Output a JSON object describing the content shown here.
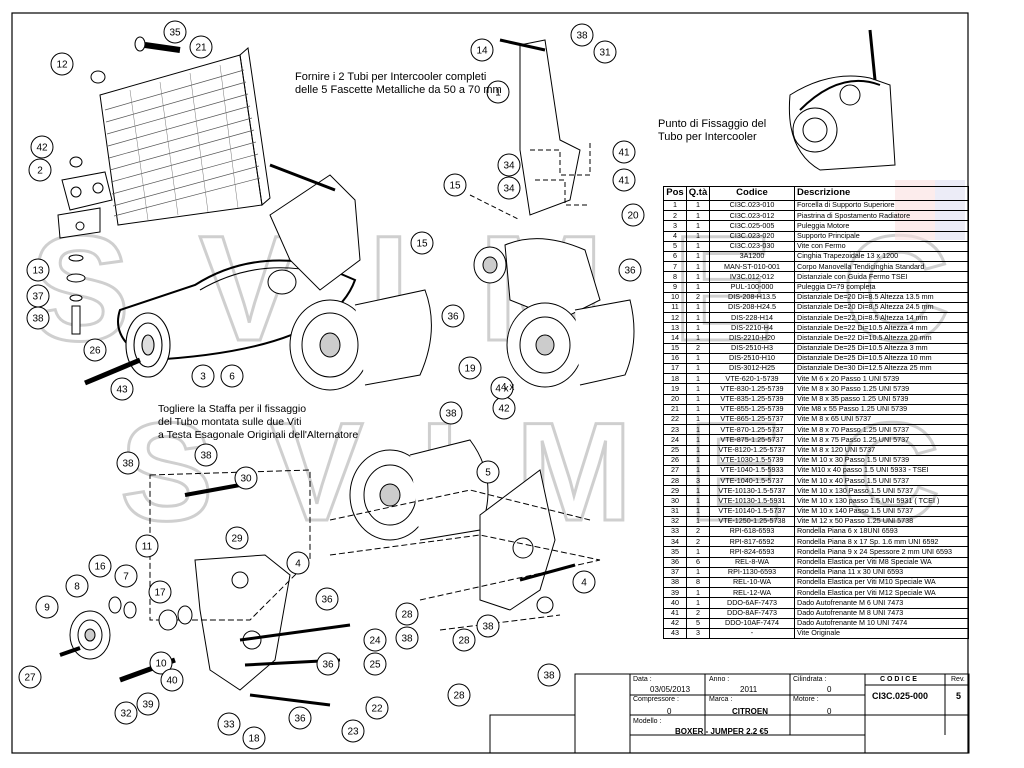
{
  "notes": {
    "intercooler_tubes": "Fornire i 2 Tubi per Intercooler completi\ndelle 5 Fascette Metalliche da 50 a 70 mm",
    "fixing_point": "Punto di Fissaggio del\nTubo per Intercooler",
    "bracket_removal": "Togliere la Staffa per il fissaggio\ndel Tubo montata sulle due Viti\na Testa Esagonale Originali dell'Alternatore",
    "qty_4x": "4 x"
  },
  "bom": {
    "headers": [
      "Pos",
      "Q.tà",
      "Codice",
      "Descrizione"
    ],
    "rows": [
      [
        "1",
        "1",
        "CI3C.023-010",
        "Forcella di Supporto Superiore"
      ],
      [
        "2",
        "1",
        "CI3C.023-012",
        "Piastrina di Spostamento Radiatore"
      ],
      [
        "3",
        "1",
        "CI3C.025-005",
        "Puleggia Motore"
      ],
      [
        "4",
        "1",
        "CI3C.023-020",
        "Supporto Principale"
      ],
      [
        "5",
        "1",
        "CI3C.023-030",
        "Vite con Fermo"
      ],
      [
        "6",
        "1",
        "3A1200",
        "Cinghia Trapezoidale 13 x 1200"
      ],
      [
        "7",
        "1",
        "MAN-ST-010-001",
        "Corpo Manovella Tendicinghia Standard"
      ],
      [
        "8",
        "1",
        "IV3C.012-012",
        "Distanziale con Guida Fermo TSEI"
      ],
      [
        "9",
        "1",
        "PUL-100-000",
        "Puleggia D=79 completa"
      ],
      [
        "10",
        "2",
        "DIS-208-H13.5",
        "Distanziale De=20 Di=8.5 Altezza 13.5 mm"
      ],
      [
        "11",
        "1",
        "DIS-208-H24.5",
        "Distanziale De=20 Di=8.5 Altezza 24.5 mm"
      ],
      [
        "12",
        "1",
        "DIS-228-H14",
        "Distanziale De=22 Di=8.5 Altezza 14 mm"
      ],
      [
        "13",
        "1",
        "DIS-2210-H4",
        "Distanziale De=22 Di=10.5 Altezza 4 mm"
      ],
      [
        "14",
        "1",
        "DIS-2210-H20",
        "Distanziale De=22 Di=10.5 Altezza 20 mm"
      ],
      [
        "15",
        "2",
        "DIS-2510-H3",
        "Distanziale De=25 Di=10.5 Altezza 3 mm"
      ],
      [
        "16",
        "1",
        "DIS-2510-H10",
        "Distanziale De=25 Di=10.5 Altezza 10 mm"
      ],
      [
        "17",
        "1",
        "DIS-3012-H25",
        "Distanziale De=30 Di=12.5 Altezza 25 mm"
      ],
      [
        "18",
        "1",
        "VTE-620-1-5739",
        "Vite M 6 x 20 Passo 1 UNI 5739"
      ],
      [
        "19",
        "1",
        "VTE-830-1.25-5739",
        "Vite M 8 x 30 Passo 1.25 UNI 5739"
      ],
      [
        "20",
        "1",
        "VTE-835-1.25-5739",
        "Vite M 8 x 35 passo 1.25 UNI 5739"
      ],
      [
        "21",
        "1",
        "VTE-855-1.25-5739",
        "Vite M8 x 55 Passo 1.25 UNI 5739"
      ],
      [
        "22",
        "1",
        "VTE-865-1.25-5737",
        "Vite M 8 x 65 UNI 5737"
      ],
      [
        "23",
        "1",
        "VTE-870-1.25-5737",
        "Vite M 8 x 70 Passo 1.25 UNI 5737"
      ],
      [
        "24",
        "1",
        "VTE-875-1.25-5737",
        "Vite M 8 x 75 Passo 1.25 UNI 5737"
      ],
      [
        "25",
        "1",
        "VTE-8120-1.25-5737",
        "Vite M 8 x 120 UNI 5737"
      ],
      [
        "26",
        "1",
        "VTE-1030-1.5-5739",
        "Vite M 10 x 30 Passo 1.5 UNI 5739"
      ],
      [
        "27",
        "1",
        "VTE-1040-1.5-5933",
        "Vite M10 x 40 passo 1.5 UNI 5933 - TSEI"
      ],
      [
        "28",
        "3",
        "VTE-1040-1.5-5737",
        "Vite M 10 x 40 Passo 1.5 UNI 5737"
      ],
      [
        "29",
        "1",
        "VTE-10130-1.5-5737",
        "Vite M 10 x 130 Passo 1.5 UNI 5737"
      ],
      [
        "30",
        "1",
        "VTE-10130-1.5-5931",
        "Vite M 10 x 130 passo 1.5 UNI 5931 ( TCEI )"
      ],
      [
        "31",
        "1",
        "VTE-10140-1.5-5737",
        "Vite M 10 x 140 Passo 1.5 UNI 5737"
      ],
      [
        "32",
        "1",
        "VTE-1250-1.25-5738",
        "Vite M 12 x 50 Passo 1.25 UNI 5738"
      ],
      [
        "33",
        "2",
        "RPI-618-6593",
        "Rondella Piana 6 x 18UNI 6593"
      ],
      [
        "34",
        "2",
        "RPI-817-6592",
        "Rondella Piana 8 x 17 Sp. 1.6 mm UNI 6592"
      ],
      [
        "35",
        "1",
        "RPI-824-6593",
        "Rondella Piana 9 x 24 Spessore 2 mm UNI 6593"
      ],
      [
        "36",
        "6",
        "REL-8-WA",
        "Rondella Elastica per Viti M8 Speciale WA"
      ],
      [
        "37",
        "1",
        "RPI-1130-6593",
        "Rondella Piana 11 x 30 UNI 6593"
      ],
      [
        "38",
        "8",
        "REL-10-WA",
        "Rondella Elastica per Viti M10 Speciale WA"
      ],
      [
        "39",
        "1",
        "REL-12-WA",
        "Rondella Elastica per Viti M12 Speciale WA"
      ],
      [
        "40",
        "1",
        "DDO-6AF-7473",
        "Dado Autofrenante M 6 UNI 7473"
      ],
      [
        "41",
        "2",
        "DDO-8AF-7473",
        "Dado Autofrenante M 8 UNI 7473"
      ],
      [
        "42",
        "5",
        "DDO-10AF-7474",
        "Dado Autofrenante M 10 UNI 7474"
      ],
      [
        "43",
        "3",
        "-",
        "Vite Originale"
      ]
    ]
  },
  "title_block": {
    "data_label": "Data :",
    "data_value": "03/05/2013",
    "anno_label": "Anno :",
    "anno_value": "2011",
    "cilindrata_label": "Cilindrata :",
    "cilindrata_value": "0",
    "codice_label": "C O D I C E",
    "codice_value": "CI3C.025-000",
    "rev_label": "Rev.",
    "rev_value": "5",
    "compressore_label": "Compressore :",
    "compressore_value": "0",
    "marca_label": "Marca :",
    "marca_value": "CITROEN",
    "motore_label": "Motore :",
    "motore_value": "0",
    "modello_label": "Modello :",
    "modello_value": "BOXER - JUMPER 2.2 €5"
  },
  "callouts": {
    "left_group": [
      "35",
      "21",
      "12",
      "42",
      "2",
      "13",
      "37",
      "38",
      "26",
      "43",
      "3",
      "6",
      "15"
    ],
    "upper_middle": [
      "14",
      "38",
      "31",
      "1",
      "34",
      "41",
      "34",
      "41",
      "15",
      "20",
      "36",
      "36",
      "19"
    ],
    "lower_left": [
      "38",
      "38",
      "30",
      "29",
      "11",
      "4",
      "16",
      "7",
      "8",
      "17",
      "9",
      "36",
      "24",
      "25",
      "10",
      "27",
      "40",
      "36",
      "22",
      "32",
      "39",
      "33",
      "36",
      "18",
      "23"
    ],
    "lower_middle": [
      "38",
      "42",
      "4 x",
      "5",
      "4",
      "28",
      "38",
      "28",
      "38",
      "28",
      "38"
    ]
  },
  "watermark": "SVIMEC"
}
